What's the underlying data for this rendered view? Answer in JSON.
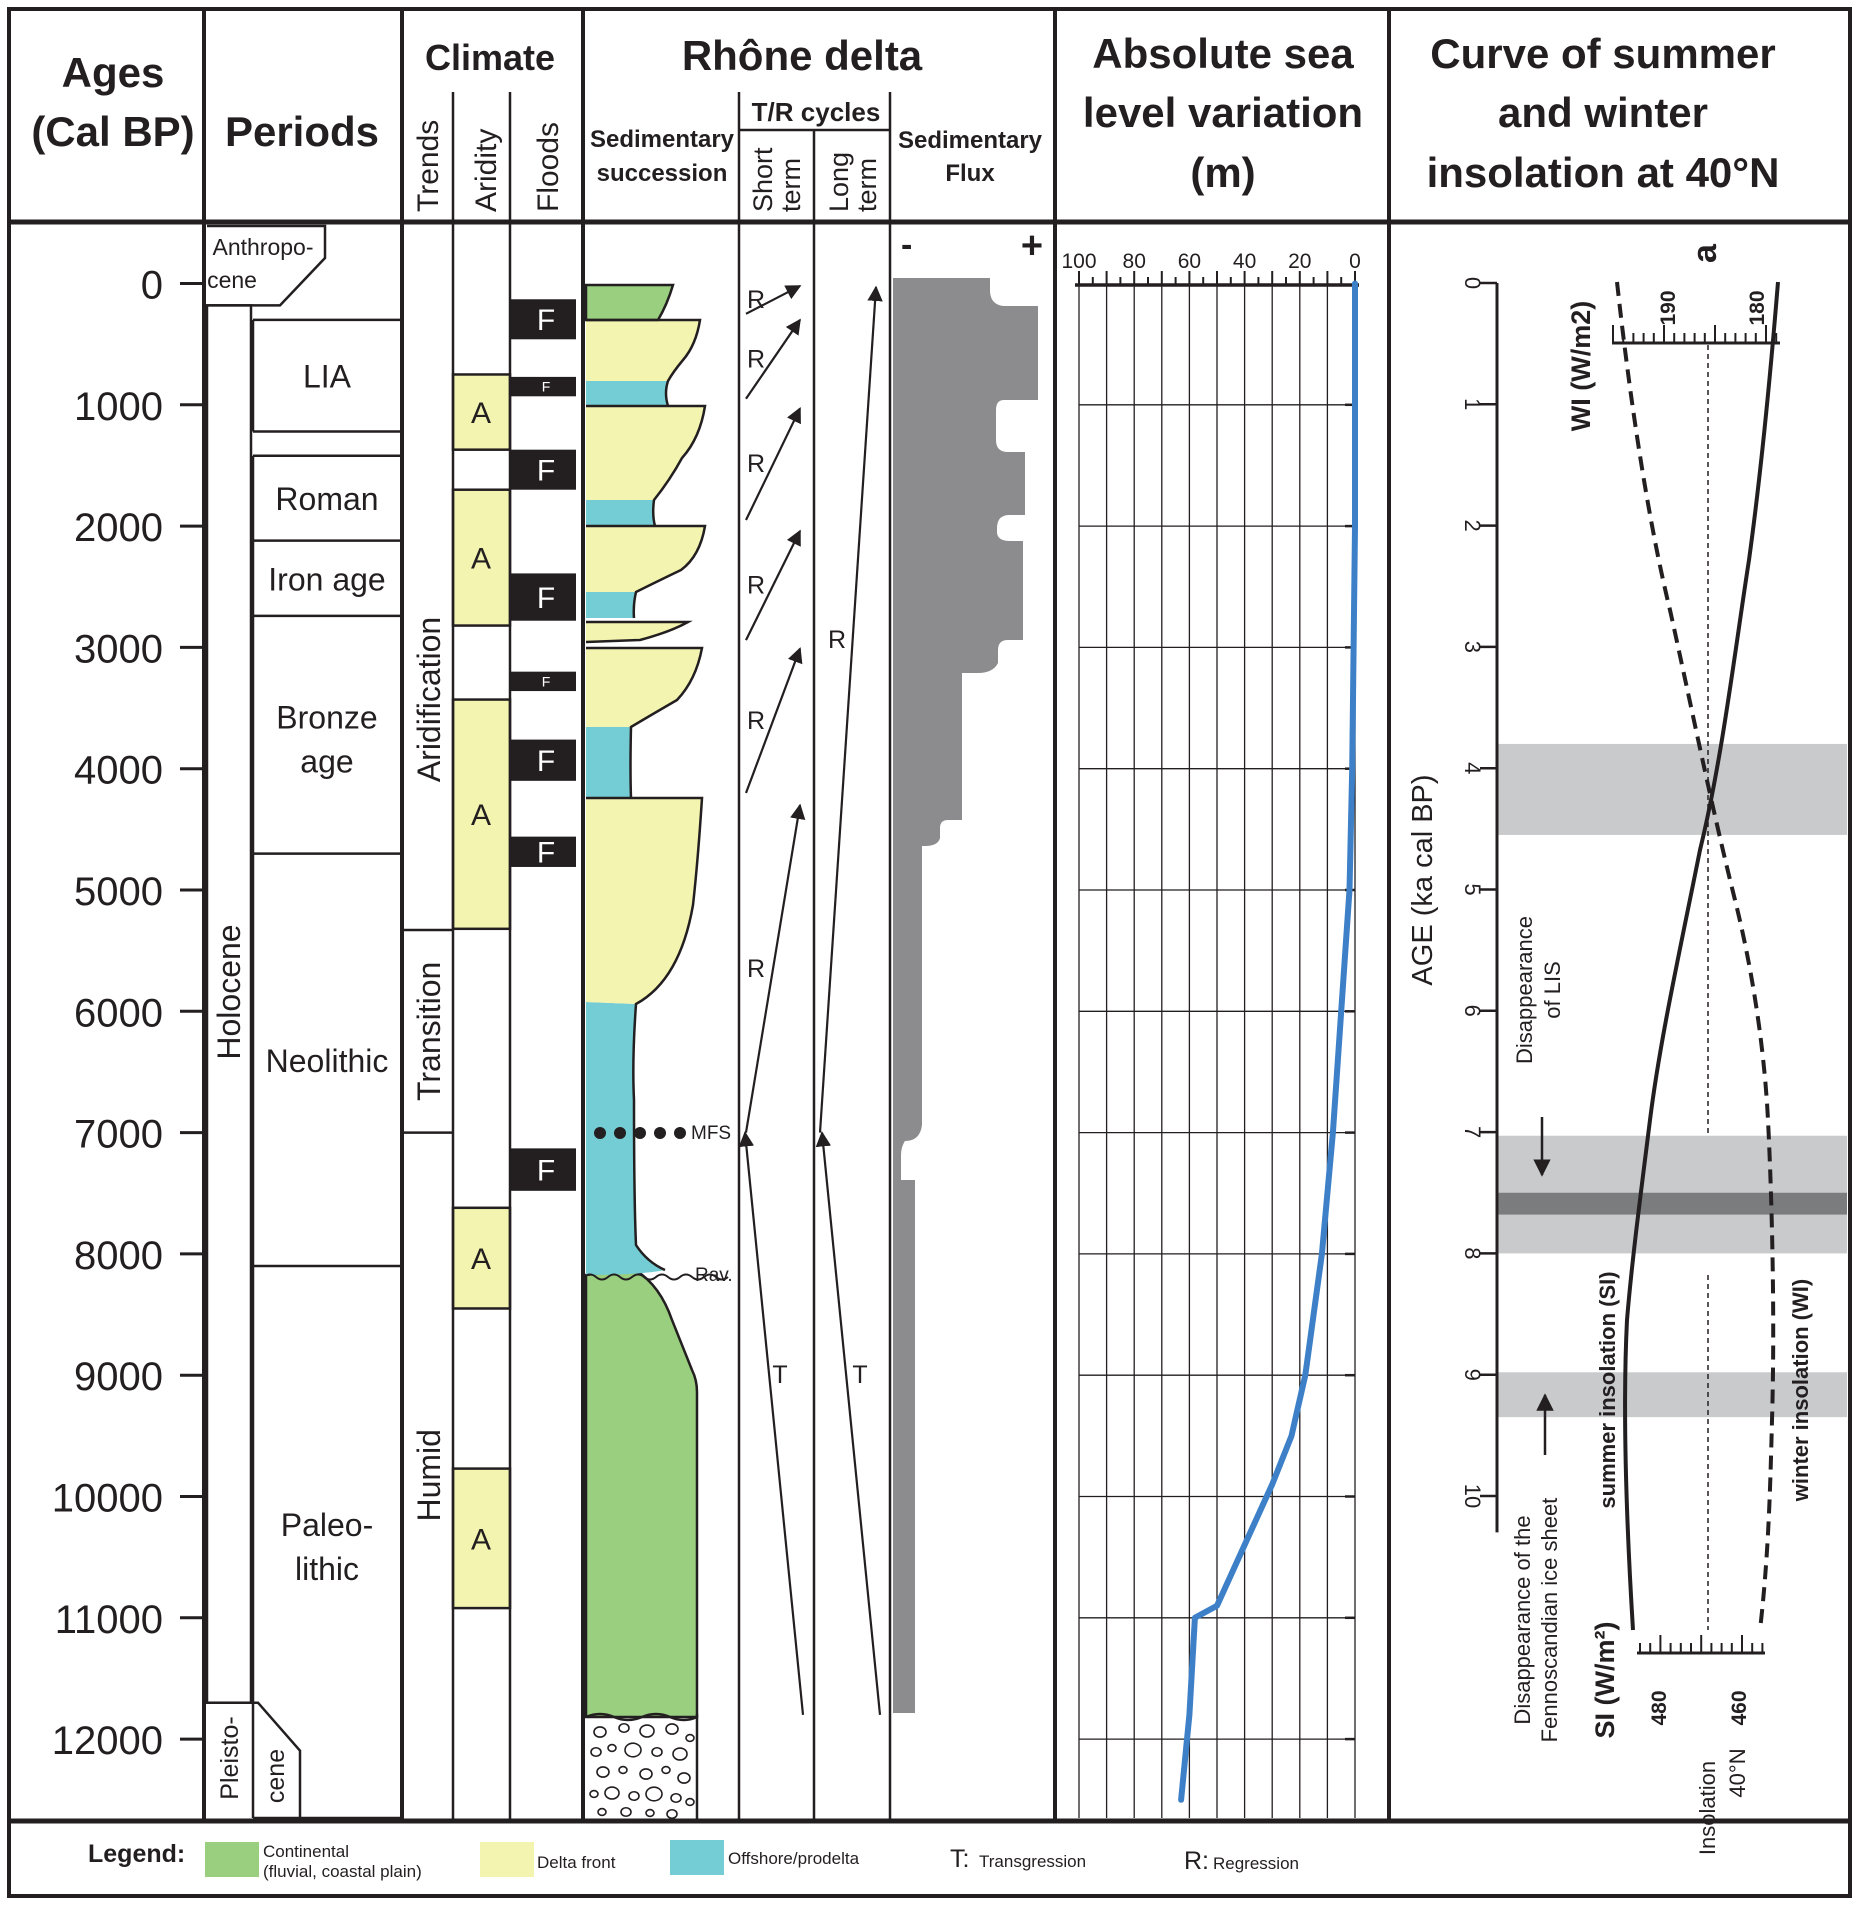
{
  "headers": {
    "ages_line1": "Ages",
    "ages_line2": "(Cal BP)",
    "periods": "Periods",
    "climate": "Climate",
    "climate_trends": "Trends",
    "climate_aridity": "Aridity",
    "climate_floods": "Floods",
    "rhone": "Rhône delta",
    "sed_succession_line1": "Sedimentary",
    "sed_succession_line2": "succession",
    "tr_cycles": "T/R cycles",
    "short_term_line1": "Short",
    "short_term_line2": "term",
    "long_term_line1": "Long",
    "long_term_line2": "term",
    "sed_flux_line1": "Sedimentary",
    "sed_flux_line2": "Flux",
    "sea_line1": "Absolute sea",
    "sea_line2": "level variation",
    "sea_line3": "(m)",
    "ins_line1": "Curve of summer",
    "ins_line2": "and winter",
    "ins_line3": "insolation at 40°N"
  },
  "age_ticks": [
    "0",
    "1000",
    "2000",
    "3000",
    "4000",
    "5000",
    "6000",
    "7000",
    "8000",
    "9000",
    "10000",
    "11000",
    "12000"
  ],
  "epochs": [
    {
      "label_line1": "Anthropo-",
      "label_line2": "cene",
      "from": -450,
      "to": 180
    },
    {
      "label": "Holocene",
      "from": 180,
      "to": 11700
    },
    {
      "label_line1": "Pleisto-",
      "label_line2": "cene",
      "from": 11700,
      "to": 12700
    }
  ],
  "periods": [
    {
      "label": "LIA",
      "from": 300,
      "to": 1220
    },
    {
      "label": "Roman",
      "from": 1420,
      "to": 2120
    },
    {
      "label": "Iron age",
      "from": 2120,
      "to": 2740
    },
    {
      "label_line1": "Bronze",
      "label_line2": "age",
      "from": 2740,
      "to": 4700
    },
    {
      "label": "Neolithic",
      "from": 4700,
      "to": 8100
    },
    {
      "label_line1": "Paleo-",
      "label_line2": "lithic",
      "from": 8100,
      "to": 12700
    }
  ],
  "trends": [
    {
      "label": "Aridification",
      "from": -450,
      "to": 5330
    },
    {
      "label": "Transition",
      "from": 5330,
      "to": 7000
    },
    {
      "label": "Humid",
      "from": 7000,
      "to": 12700
    }
  ],
  "aridity": [
    {
      "label": "A",
      "from": 750,
      "to": 1370
    },
    {
      "label": "A",
      "from": 1700,
      "to": 2820
    },
    {
      "label": "A",
      "from": 3430,
      "to": 5320
    },
    {
      "label": "A",
      "from": 7620,
      "to": 8450
    },
    {
      "label": "A",
      "from": 9770,
      "to": 10920
    }
  ],
  "floods": [
    {
      "label": "F",
      "from": 130,
      "to": 460,
      "size": "big"
    },
    {
      "label": "F",
      "from": 770,
      "to": 930,
      "size": "small"
    },
    {
      "label": "F",
      "from": 1370,
      "to": 1700,
      "size": "big"
    },
    {
      "label": "F",
      "from": 2390,
      "to": 2780,
      "size": "big"
    },
    {
      "label": "F",
      "from": 3200,
      "to": 3360,
      "size": "small"
    },
    {
      "label": "F",
      "from": 3760,
      "to": 4100,
      "size": "big"
    },
    {
      "label": "F",
      "from": 4560,
      "to": 4810,
      "size": "big"
    },
    {
      "label": "F",
      "from": 7130,
      "to": 7480,
      "size": "big"
    }
  ],
  "facies_colors": {
    "continental": "#99cf7e",
    "delta_front": "#f3f4b0",
    "offshore": "#74cdd4",
    "flux": "#8c8b8d"
  },
  "strata_markers": {
    "mfs": "MFS",
    "rav": "Rav."
  },
  "tr_short": [
    {
      "label": "R",
      "from_age": 250,
      "to_age": 20
    },
    {
      "label": "R",
      "from_age": 950,
      "to_age": 300
    },
    {
      "label": "R",
      "from_age": 1950,
      "to_age": 1030
    },
    {
      "label": "R",
      "from_age": 2940,
      "to_age": 2040
    },
    {
      "label": "R",
      "from_age": 4200,
      "to_age": 3010
    },
    {
      "label": "R",
      "from_age": 7000,
      "to_age": 4300
    },
    {
      "label": "T",
      "from_age": 11800,
      "to_age": 7000
    }
  ],
  "tr_long": [
    {
      "label": "R",
      "from_age": 7000,
      "to_age": 30
    },
    {
      "label": "T",
      "from_age": 11800,
      "to_age": 7000
    }
  ],
  "flux_signs": {
    "minus": "-",
    "plus": "+"
  },
  "sea_axis_ticks": [
    "100",
    "80",
    "60",
    "40",
    "20",
    "0"
  ],
  "ins_chart": {
    "corner_label": "a",
    "age_axis_label": "AGE (ka cal BP)",
    "age_ticks": [
      "0",
      "1",
      "2",
      "3",
      "4",
      "5",
      "6",
      "7",
      "8",
      "9",
      "10"
    ],
    "wi_axis_label": "WI (W/m2)",
    "wi_ticks": [
      "190",
      "180"
    ],
    "si_axis_label": "SI (W/m²)",
    "si_ticks": [
      "480",
      "460"
    ],
    "si_curve_label": "summer insolation (SI)",
    "wi_curve_label": "winter insolation (WI)",
    "insolation_label_line1": "Insolation",
    "insolation_label_line2": "40°N",
    "lis_label_line1": "Disappearance",
    "lis_label_line2": "of LIS",
    "fis_label_line1": "Disappearance of the",
    "fis_label_line2": "Fennoscandian ice sheet",
    "shaded_bands_ka": [
      [
        3.8,
        4.55
      ],
      [
        7.03,
        8.0
      ],
      [
        8.98,
        9.35
      ]
    ],
    "dark_band_ka": [
      7.5,
      7.68
    ]
  },
  "legend": {
    "title": "Legend:",
    "continental_line1": "Continental",
    "continental_line2": "(fluvial, coastal plain)",
    "delta_front": "Delta front",
    "offshore": "Offshore/prodelta",
    "t_key": "T:",
    "t_text": "Transgression",
    "r_key": "R:",
    "r_text": "Regression"
  },
  "chart_data": {
    "type": "line",
    "title": "Absolute sea level variation (m)",
    "x_ticks": [
      "100",
      "80",
      "60",
      "40",
      "20",
      "0"
    ],
    "xlim": [
      100,
      0
    ],
    "ylim": [
      -450,
      12700
    ],
    "series": [
      {
        "x": [
          0,
          0,
          1,
          2,
          5,
          8,
          12,
          18,
          21,
          23,
          30,
          40,
          50,
          58,
          60,
          63
        ],
        "y": [
          0,
          2000,
          4000,
          5000,
          6000,
          7000,
          8000,
          9000,
          9300,
          9500,
          9900,
          10400,
          10900,
          11000,
          11800,
          12500
        ]
      }
    ]
  }
}
